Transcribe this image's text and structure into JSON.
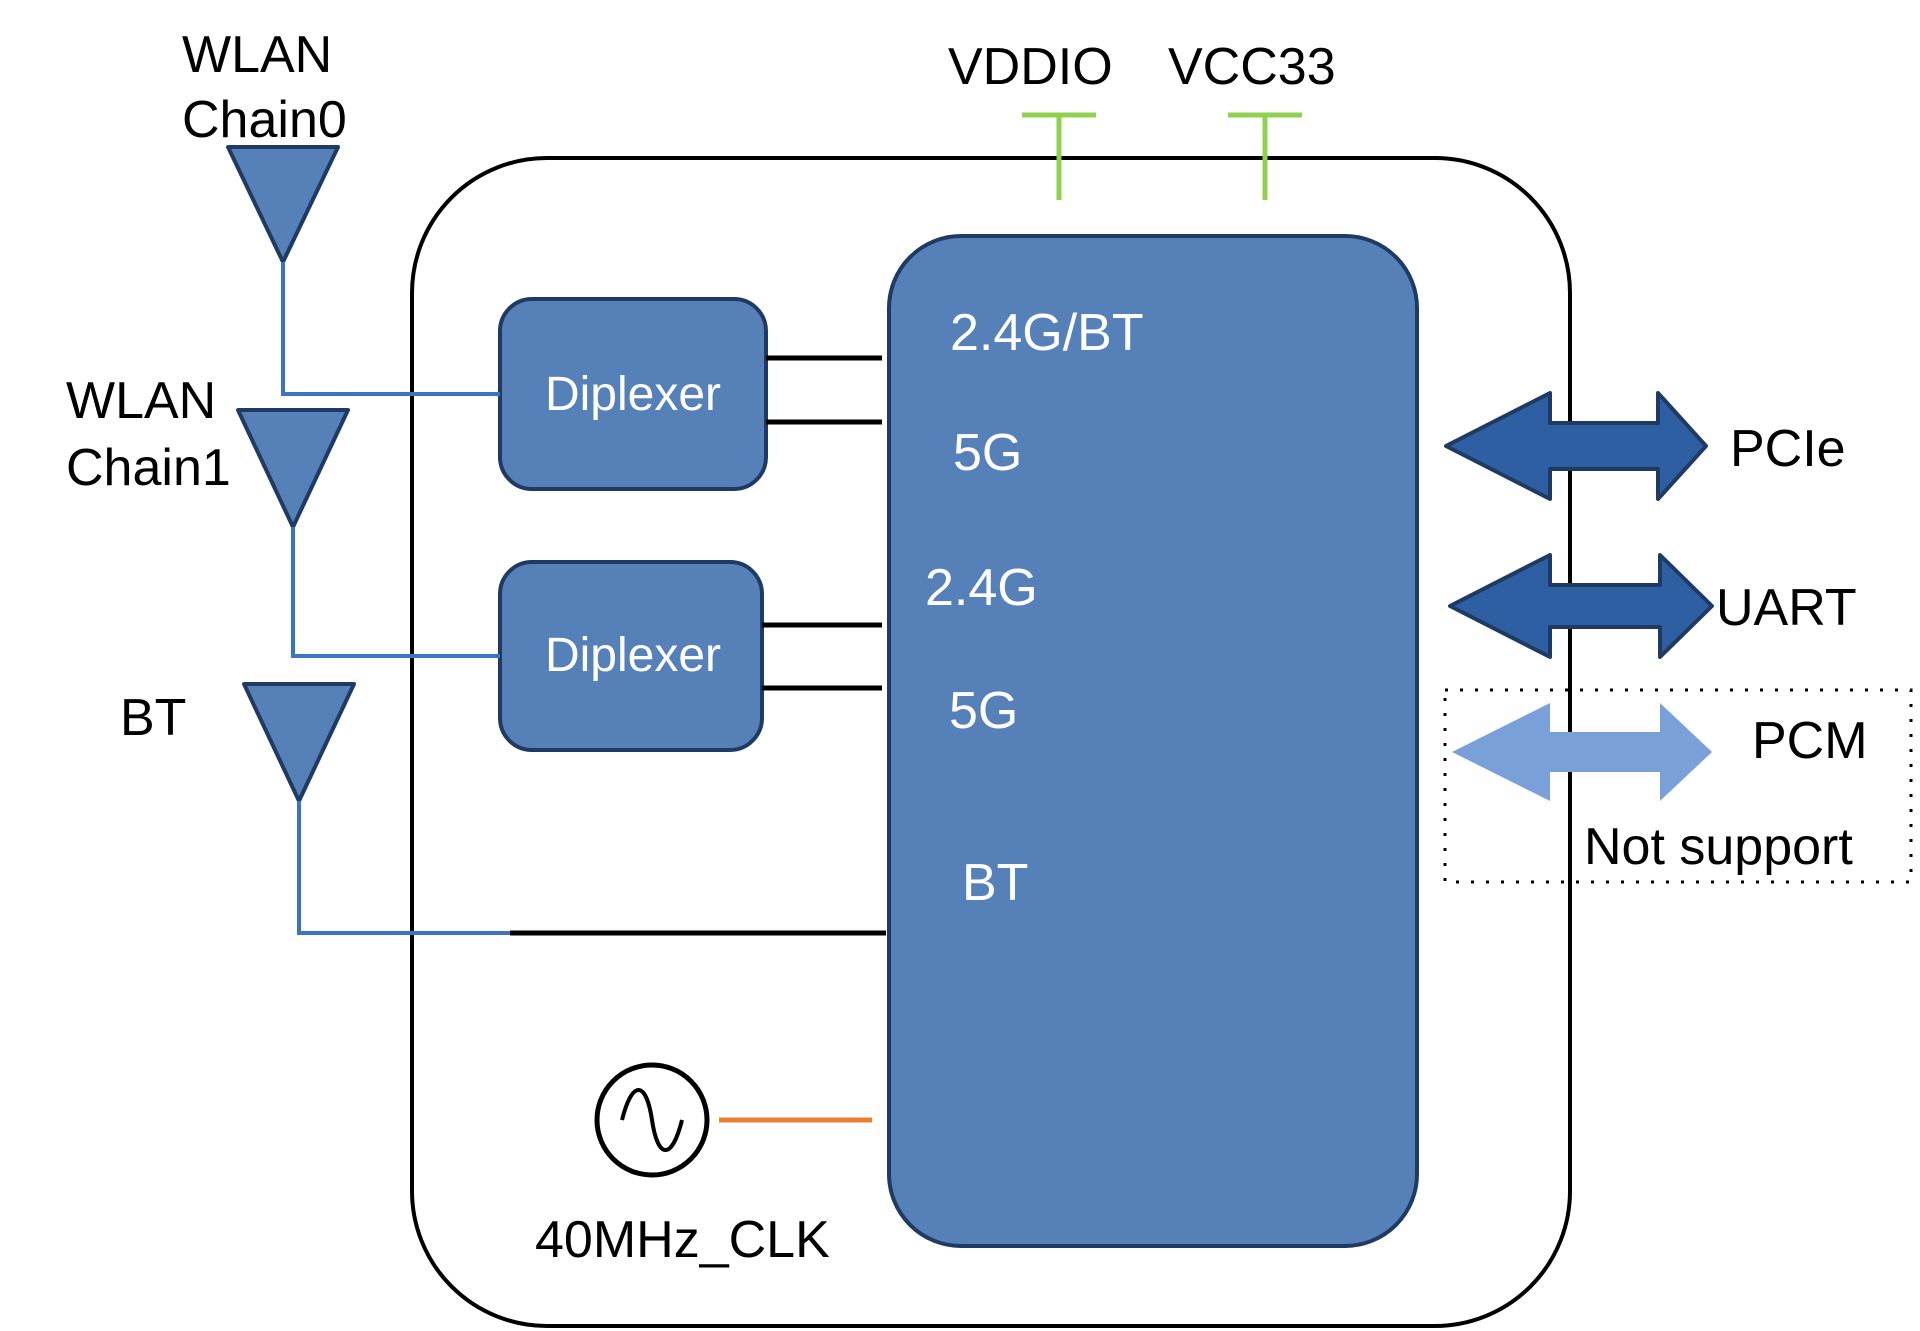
{
  "antennas": {
    "chain0": {
      "line1": "WLAN",
      "line2": "Chain0"
    },
    "chain1": {
      "line1": "WLAN",
      "line2": "Chain1"
    },
    "bt": {
      "label": "BT"
    }
  },
  "power": {
    "vddio": "VDDIO",
    "vcc33": "VCC33"
  },
  "diplexers": [
    {
      "label": "Diplexer"
    },
    {
      "label": "Diplexer"
    }
  ],
  "chip": {
    "ports": [
      "2.4G/BT",
      "5G",
      "2.4G",
      "5G",
      "BT"
    ]
  },
  "clock": {
    "label": "40MHz_CLK"
  },
  "interfaces": {
    "pcie": "PCIe",
    "uart": "UART",
    "pcm": "PCM",
    "pcm_note": "Not support"
  },
  "colors": {
    "block_fill": "#5580B8",
    "block_stroke": "#1F3B63",
    "wire_blue": "#3A75C4",
    "power_green": "#92D050",
    "clock_orange": "#ED7D31",
    "arrow_dark": "#2E5FA3",
    "arrow_light": "#7AA0DA"
  }
}
